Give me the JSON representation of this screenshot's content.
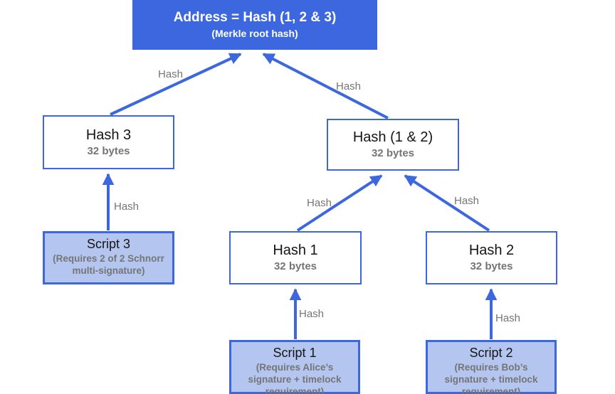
{
  "diagram": {
    "nodes": {
      "root": {
        "title": "Address = Hash (1, 2 & 3)",
        "subtitle": "(Merkle root hash)"
      },
      "hash3": {
        "title": "Hash 3",
        "subtitle": "32 bytes"
      },
      "hash12": {
        "title": "Hash (1 & 2)",
        "subtitle": "32 bytes"
      },
      "hash1": {
        "title": "Hash 1",
        "subtitle": "32 bytes"
      },
      "hash2": {
        "title": "Hash 2",
        "subtitle": "32 bytes"
      },
      "script3": {
        "title": "Script 3",
        "subtitle": "(Requires 2 of 2 Schnorr\nmulti-signature)"
      },
      "script1": {
        "title": "Script 1",
        "subtitle": "(Requires Alice’s\nsignature + timelock\nrequirement)"
      },
      "script2": {
        "title": "Script 2",
        "subtitle": "(Requires Bob’s\nsignature + timelock\nrequirement)"
      }
    },
    "edges": [
      {
        "from": "hash3",
        "to": "root",
        "label": "Hash"
      },
      {
        "from": "hash12",
        "to": "root",
        "label": "Hash"
      },
      {
        "from": "script3",
        "to": "hash3",
        "label": "Hash"
      },
      {
        "from": "hash1",
        "to": "hash12",
        "label": "Hash"
      },
      {
        "from": "hash2",
        "to": "hash12",
        "label": "Hash"
      },
      {
        "from": "script1",
        "to": "hash1",
        "label": "Hash"
      },
      {
        "from": "script2",
        "to": "hash2",
        "label": "Hash"
      }
    ],
    "colors": {
      "accent_blue": "#3d67df",
      "script_fill": "#b4c5f0",
      "muted_text": "#757575",
      "root_text": "#ffffff"
    }
  }
}
